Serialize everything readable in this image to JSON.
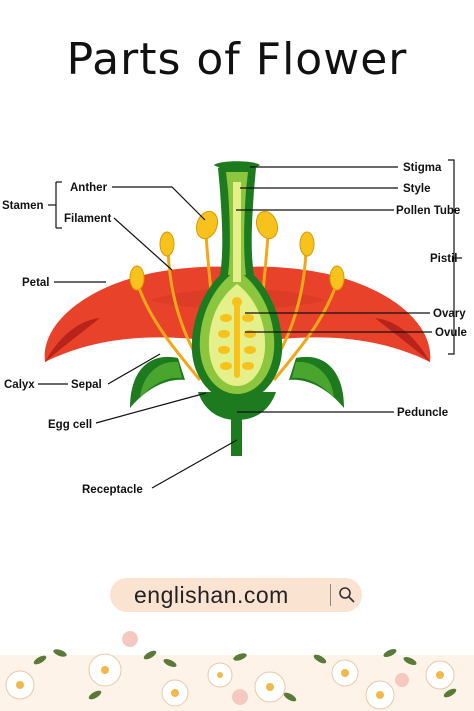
{
  "title": "Parts of Flower",
  "labels": {
    "stamen": "Stamen",
    "anther": "Anther",
    "filament": "Filament",
    "petal": "Petal",
    "calyx": "Calyx",
    "sepal": "Sepal",
    "egg_cell": "Egg cell",
    "receptacle": "Receptacle",
    "stigma": "Stigma",
    "style": "Style",
    "pollen_tube": "Pollen Tube",
    "pistil": "Pistil",
    "ovary": "Ovary",
    "ovule": "Ovule",
    "peduncle": "Peduncle"
  },
  "search": {
    "text": "englishan.com",
    "icon": "search-icon"
  },
  "colors": {
    "petal": "#e8432a",
    "petal_dark": "#b8231a",
    "green_dark": "#1e7a1e",
    "green_light": "#8cc63f",
    "green_pale": "#e6f08a",
    "yellow": "#f6c21b",
    "filament": "#f0a81a",
    "pill": "#fbe3d2"
  }
}
